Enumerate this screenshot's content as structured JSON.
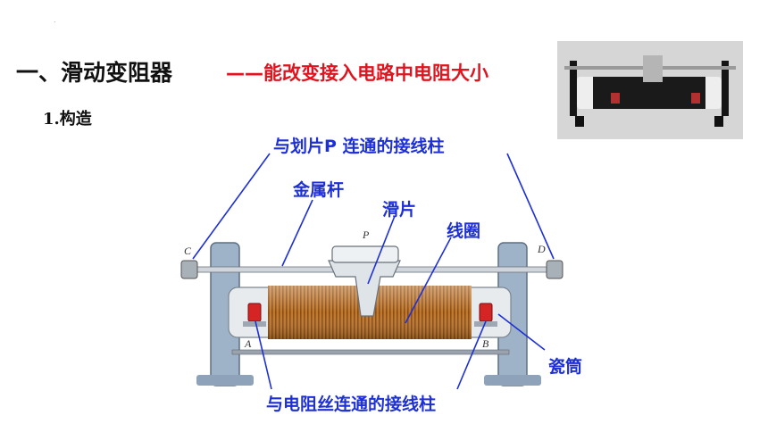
{
  "header": {
    "dot": ".",
    "title": "一、滑动变阻器",
    "subtitle": "——能改变接入电路中电阻大小",
    "section": "1.构造"
  },
  "labels": {
    "slider_terminal": "与划片P 连通的接线柱",
    "metal_rod": "金属杆",
    "slider": "滑片",
    "coil": "线圈",
    "ceramic_tube": "瓷筒",
    "wire_terminal": "与电阻丝连通的接线柱"
  },
  "letters": {
    "c": "C",
    "d": "D",
    "p": "P",
    "a": "A",
    "b": "B"
  },
  "colors": {
    "label_blue": "#1d2fd6",
    "subtitle_red": "#e0141e",
    "coil_copper": "#c0772c"
  }
}
